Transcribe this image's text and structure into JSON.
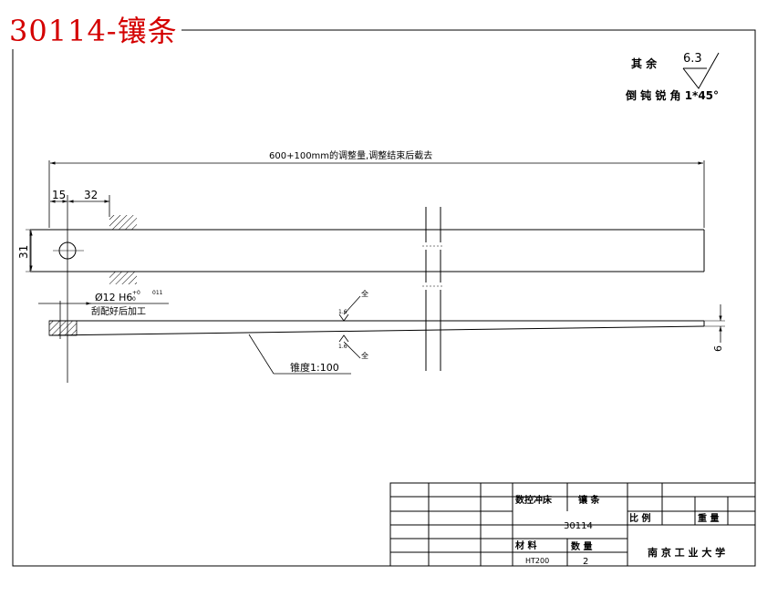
{
  "drawing_title": "30114-镶条",
  "notes": {
    "roughness_prefix": "其  余",
    "roughness_value": "6.3",
    "chamfer_note": "倒 钝 锐 角 1*45°"
  },
  "dimensions": {
    "overall_length": "600+100mm的调整量,调整结束后截去",
    "offset_15": "15",
    "offset_32": "32",
    "height_31": "31",
    "hole_spec": "Ø12 H6",
    "hole_tolerance_upper": "+0",
    "hole_tolerance_lower": "0",
    "hole_tolerance_extra": "011",
    "hole_note": "刮配好后加工",
    "taper": "锥度1:100",
    "thickness_6": "6",
    "finish_1": "1.6",
    "finish_2": "1.6",
    "finish_mark_1": "全",
    "finish_mark_2": "全"
  },
  "title_block": {
    "machine": "数控冲床",
    "part_name": "镶    条",
    "drawing_number": "30114",
    "scale_label": "比  例",
    "weight_label": "重 量",
    "material_label": "材        料",
    "quantity_label": "数    量",
    "material": "HT200",
    "quantity": "2",
    "school": "南 京 工 业 大 学"
  }
}
